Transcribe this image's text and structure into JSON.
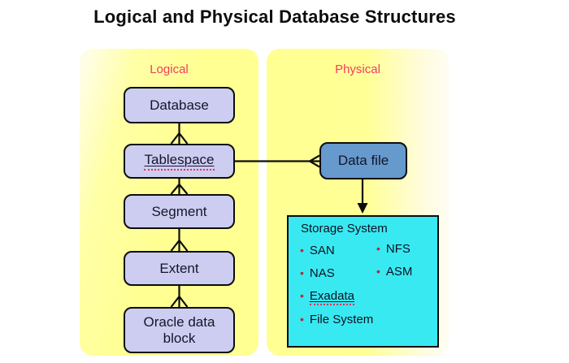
{
  "title": "Logical and Physical Database Structures",
  "logical": {
    "label": "Logical",
    "boxes": [
      {
        "label": "Database"
      },
      {
        "label": "Tablespace"
      },
      {
        "label": "Segment"
      },
      {
        "label": "Extent"
      },
      {
        "label": "Oracle data block"
      }
    ]
  },
  "physical": {
    "label": "Physical",
    "datafile_label": "Data file",
    "storage": {
      "title": "Storage System",
      "column1": [
        "SAN",
        "NAS",
        "Exadata",
        "File System"
      ],
      "column2": [
        "NFS",
        "ASM"
      ]
    }
  },
  "icons": {
    "bullet": "•"
  },
  "colors": {
    "panel_yellow": "#ffff92",
    "box_lavender": "#cdcdf2",
    "datafile_blue": "#6699cc",
    "storage_cyan": "#38e9f2",
    "heading_red": "#f03f5f",
    "bullet_red": "#b52b31",
    "line_black": "#0d0d0d"
  }
}
